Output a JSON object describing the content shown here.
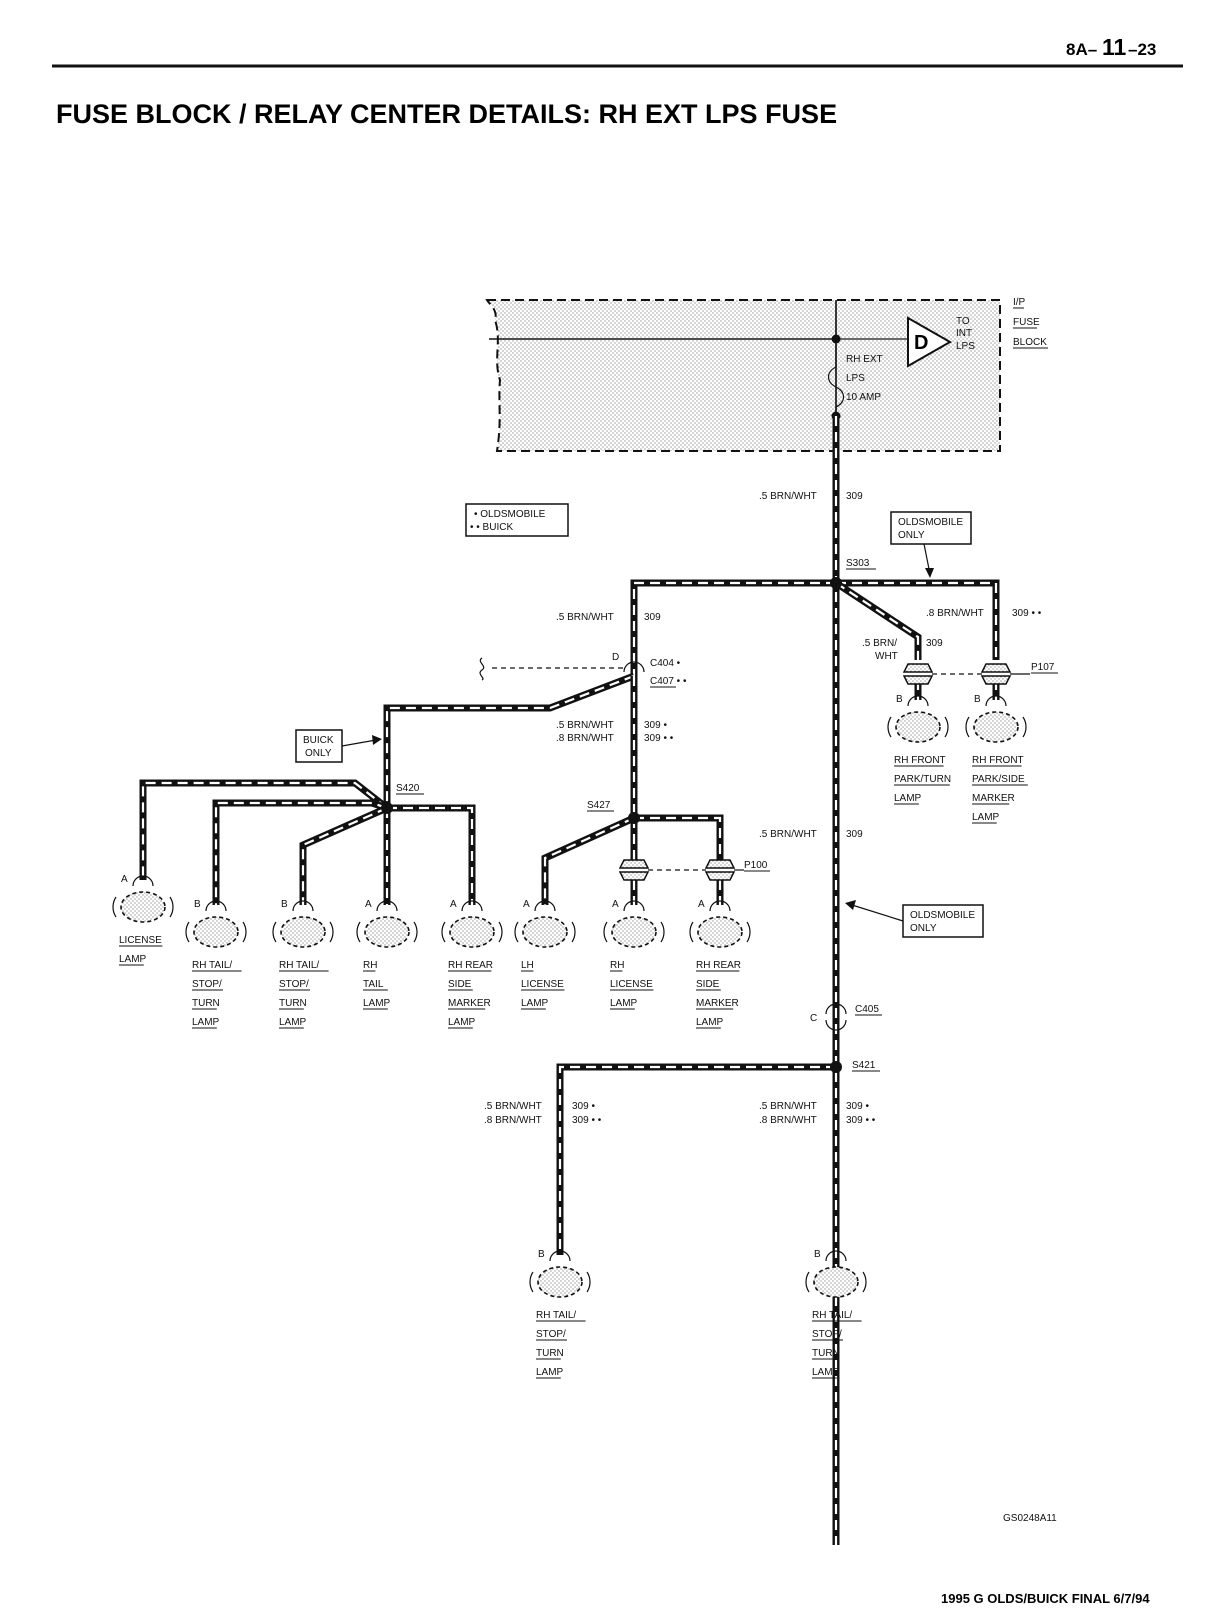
{
  "header": {
    "page_number_prefix": "8A–",
    "page_number_main": "11",
    "page_number_suffix": "–23",
    "title": "FUSE BLOCK / RELAY CENTER DETAILS:  RH EXT LPS FUSE"
  },
  "fuse_block": {
    "label_lines": [
      "I/P",
      "FUSE",
      "BLOCK"
    ],
    "connector_letter": "D",
    "to_lines": [
      "TO",
      "INT",
      "LPS"
    ],
    "fuse_lines": [
      "RH EXT",
      "LPS",
      "10 AMP"
    ]
  },
  "legend": {
    "line1": "• OLDSMOBILE",
    "line2": "• • BUICK"
  },
  "callouts": {
    "olds_only_top": [
      "OLDSMOBILE",
      "ONLY"
    ],
    "buick_only": [
      "BUICK",
      "ONLY"
    ],
    "olds_only_mid": [
      "OLDSMOBILE",
      "ONLY"
    ]
  },
  "wires": {
    "main_top": {
      "gauge": ".5 BRN/WHT",
      "circuit": "309"
    },
    "left_branch": {
      "gauge": ".5 BRN/WHT",
      "circuit": "309"
    },
    "right_upper": {
      "gauge": ".8 BRN/WHT",
      "circuit": "309 • •"
    },
    "right_diag_line1": ".5 BRN/",
    "right_diag_line2": "WHT",
    "right_diag_circuit": "309",
    "c404_below_g1": ".5 BRN/WHT",
    "c404_below_g2": ".8 BRN/WHT",
    "c404_below_c1": "309 •",
    "c404_below_c2": "309 • •",
    "main_mid": {
      "gauge": ".5 BRN/WHT",
      "circuit": "309"
    },
    "s421_left_g1": ".5 BRN/WHT",
    "s421_left_g2": ".8 BRN/WHT",
    "s421_left_c1": "309 •",
    "s421_left_c2": "309 • •",
    "s421_right_g1": ".5 BRN/WHT",
    "s421_right_g2": ".8 BRN/WHT",
    "s421_right_c1": "309 •",
    "s421_right_c2": "309 • •"
  },
  "splices": {
    "s303": "S303",
    "s420": "S420",
    "s427": "S427",
    "s421": "S421"
  },
  "connectors": {
    "c404": "C404 •",
    "c407": "C407 • •",
    "c404_pin": "D",
    "c405": "C405",
    "c405_pin": "C",
    "p107": "P107",
    "p100": "P100"
  },
  "lamps": [
    {
      "pin": "A",
      "lines": [
        "LICENSE",
        "LAMP"
      ]
    },
    {
      "pin": "B",
      "lines": [
        "RH TAIL/",
        "STOP/",
        "TURN",
        "LAMP"
      ]
    },
    {
      "pin": "B",
      "lines": [
        "RH TAIL/",
        "STOP/",
        "TURN",
        "LAMP"
      ]
    },
    {
      "pin": "A",
      "lines": [
        "RH",
        "TAIL",
        "LAMP"
      ]
    },
    {
      "pin": "A",
      "lines": [
        "RH REAR",
        "SIDE",
        "MARKER",
        "LAMP"
      ]
    },
    {
      "pin": "A",
      "lines": [
        "LH",
        "LICENSE",
        "LAMP"
      ]
    },
    {
      "pin": "A",
      "lines": [
        "RH",
        "LICENSE",
        "LAMP"
      ]
    },
    {
      "pin": "A",
      "lines": [
        "RH REAR",
        "SIDE",
        "MARKER",
        "LAMP"
      ]
    },
    {
      "pin": "B",
      "lines": [
        "RH FRONT",
        "PARK/TURN",
        "LAMP"
      ]
    },
    {
      "pin": "B",
      "lines": [
        "RH FRONT",
        "PARK/SIDE",
        "MARKER",
        "LAMP"
      ]
    },
    {
      "pin": "B",
      "lines": [
        "RH TAIL/",
        "STOP/",
        "TURN",
        "LAMP"
      ]
    },
    {
      "pin": "B",
      "lines": [
        "RH TAIL/",
        "STOP/",
        "TURN",
        "LAMP"
      ]
    }
  ],
  "footer": {
    "figure_code": "GS0248A11",
    "doc_id": "1995 G OLDS/BUICK FINAL  6/7/94"
  }
}
